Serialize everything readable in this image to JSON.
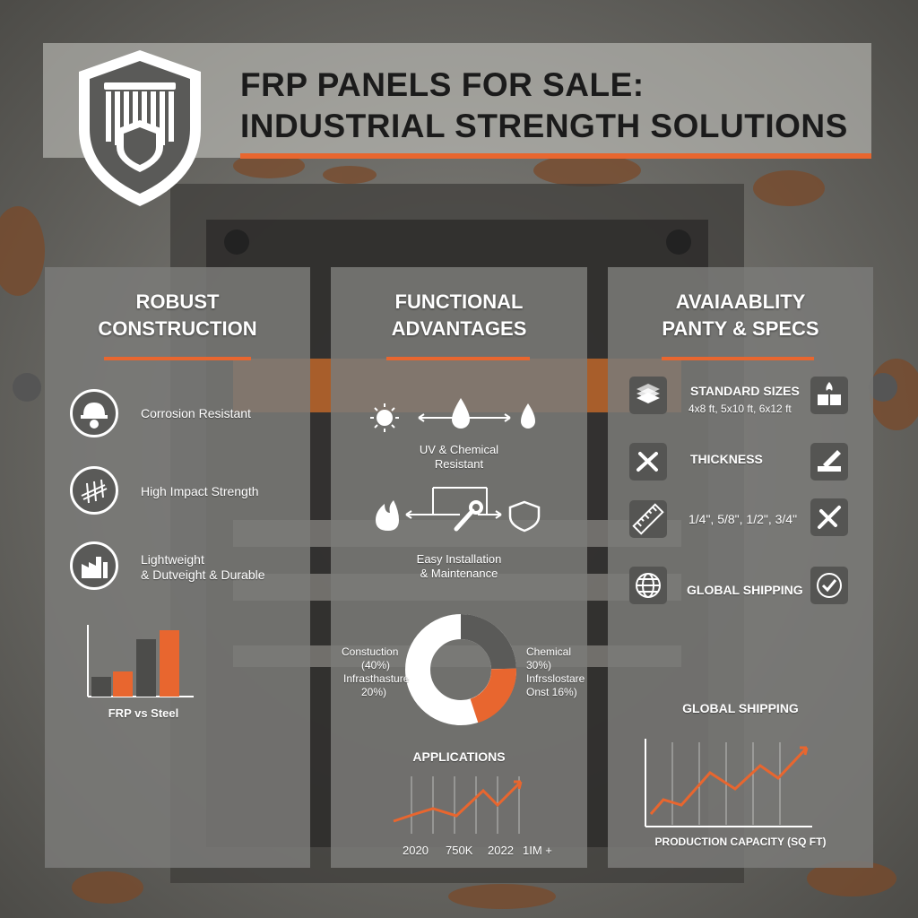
{
  "header": {
    "title_line1": "FRP PANELS FOR SALE:",
    "title_line2": "INDUSTRIAL STRENGTH SOLUTIONS",
    "logo_icon": "shield-panels-icon"
  },
  "colors": {
    "accent": "#e8662f",
    "panel": "#7a7a78",
    "dark": "#555553"
  },
  "panel_construction": {
    "title_line1": "ROBUST",
    "title_line2": "CONSTRUCTION",
    "items": [
      {
        "icon": "worker-helmet-icon",
        "label": "Corrosion Resistant"
      },
      {
        "icon": "impact-lines-icon",
        "label": "High Impact Strength"
      },
      {
        "icon": "factory-icon",
        "label_line1": "Lightweight",
        "label_line2": "& Dutveight & Durable"
      }
    ],
    "chart_caption": "FRP vs Steel"
  },
  "panel_advantages": {
    "title_line1": "FUNCTIONAL",
    "title_line2": "ADVANTAGES",
    "flow1_label_line1": "UV & Chemical",
    "flow1_label_line2": "Resistant",
    "flow2_label_line1": "Easy Installation",
    "flow2_label_line2": "& Maintenance",
    "icons": [
      "sun-icon",
      "water-drop-icon",
      "water-drop-icon",
      "fire-icon",
      "wrench-icon",
      "shield-icon"
    ],
    "donut_labels": {
      "left1": "Constuction",
      "left2": "(40%)",
      "left3": "Infrasthasture",
      "left4": "20%)",
      "right1": "Chemical",
      "right2": "30%)",
      "right3": "Infrsslostare",
      "right4": "Onst 16%)"
    },
    "applications_label": "APPLICATIONS",
    "axis_labels": [
      "2020",
      "750K",
      "2022",
      "1IM +"
    ]
  },
  "panel_specs": {
    "title_line1": "AVAIAABLITY",
    "title_line2": "PANTY & SPECS",
    "rows": [
      {
        "icon": "stacked-sheets-icon",
        "label": "STANDARD SIZES",
        "sub": "4x8 ft, 5x10 ft, 6x12 ft",
        "right_icon": "fire-blocks-icon"
      },
      {
        "icon": "tools-icon",
        "label": "THICKNESS",
        "right_icon": "pencil-ruler-icon"
      },
      {
        "icon": "ruler-icon",
        "label": "1/4\", 5/8\", 1/2\", 3/4\"",
        "right_icon": "pen-cross-icon"
      },
      {
        "icon": "globe-icon",
        "label": "GLOBAL SHIPPING",
        "right_icon": "clock-check-icon"
      }
    ],
    "chart_title": "GLOBAL SHIPPING",
    "chart_caption": "PRODUCTION CAPACITY (SQ FT)"
  }
}
